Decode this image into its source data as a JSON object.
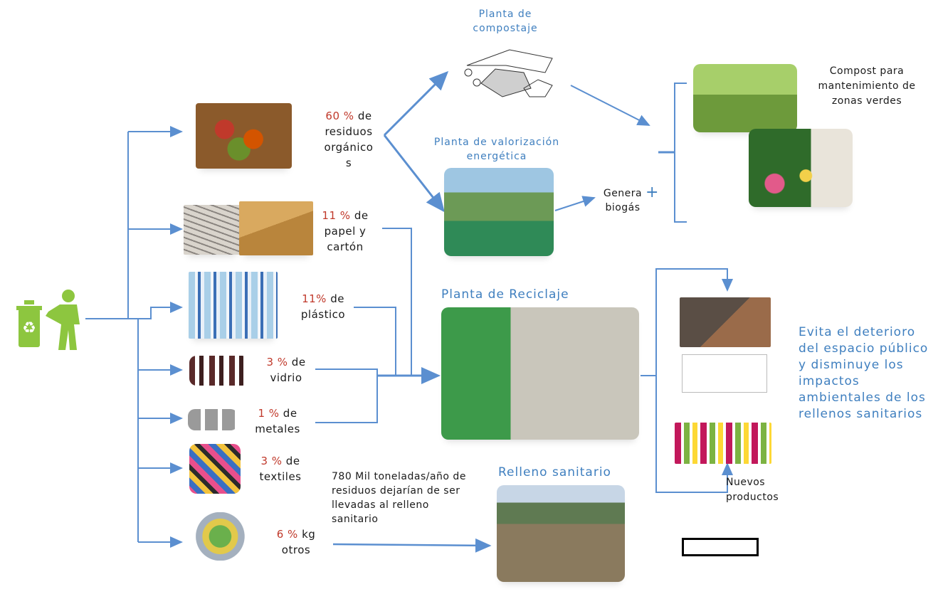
{
  "plants": {
    "compost": "Planta de\ncompostaje",
    "energy": "Planta de valorización\nenergética",
    "recycling": "Planta de Reciclaje",
    "landfill": "Relleno sanitario"
  },
  "waste": [
    {
      "pct": "60 %",
      "rest": "de\nresiduos\norgánico\ns"
    },
    {
      "pct": "11 %",
      "rest": "de\npapel y\ncartón"
    },
    {
      "pct": "11%",
      "rest": "de\nplástico"
    },
    {
      "pct": "3 %",
      "rest": "de\nvidrio"
    },
    {
      "pct": "1 %",
      "rest": "de\nmetales"
    },
    {
      "pct": "3 %",
      "rest": "de\ntextiles"
    },
    {
      "pct": "6 %",
      "rest": "kg\notros"
    }
  ],
  "outputs": {
    "compost_use": "Compost para\nmantenimiento de\nzonas verdes",
    "biogas": "Genera\nbiogás",
    "plus": "+",
    "new_products": "Nuevos\nproductos"
  },
  "landfill_note": "780 Mil toneladas/año de\nresiduos dejarían de ser\nllevadas al relleno\nsanitario",
  "benefit": "Evita el deterioro\ndel espacio público\ny disminuye los\nimpactos\nambientales de los\nrellenos sanitarios",
  "colors": {
    "arrow": "#5b8fd0",
    "title": "#3f7fbf",
    "pct": "#c0392b",
    "icon": "#7bc043"
  }
}
